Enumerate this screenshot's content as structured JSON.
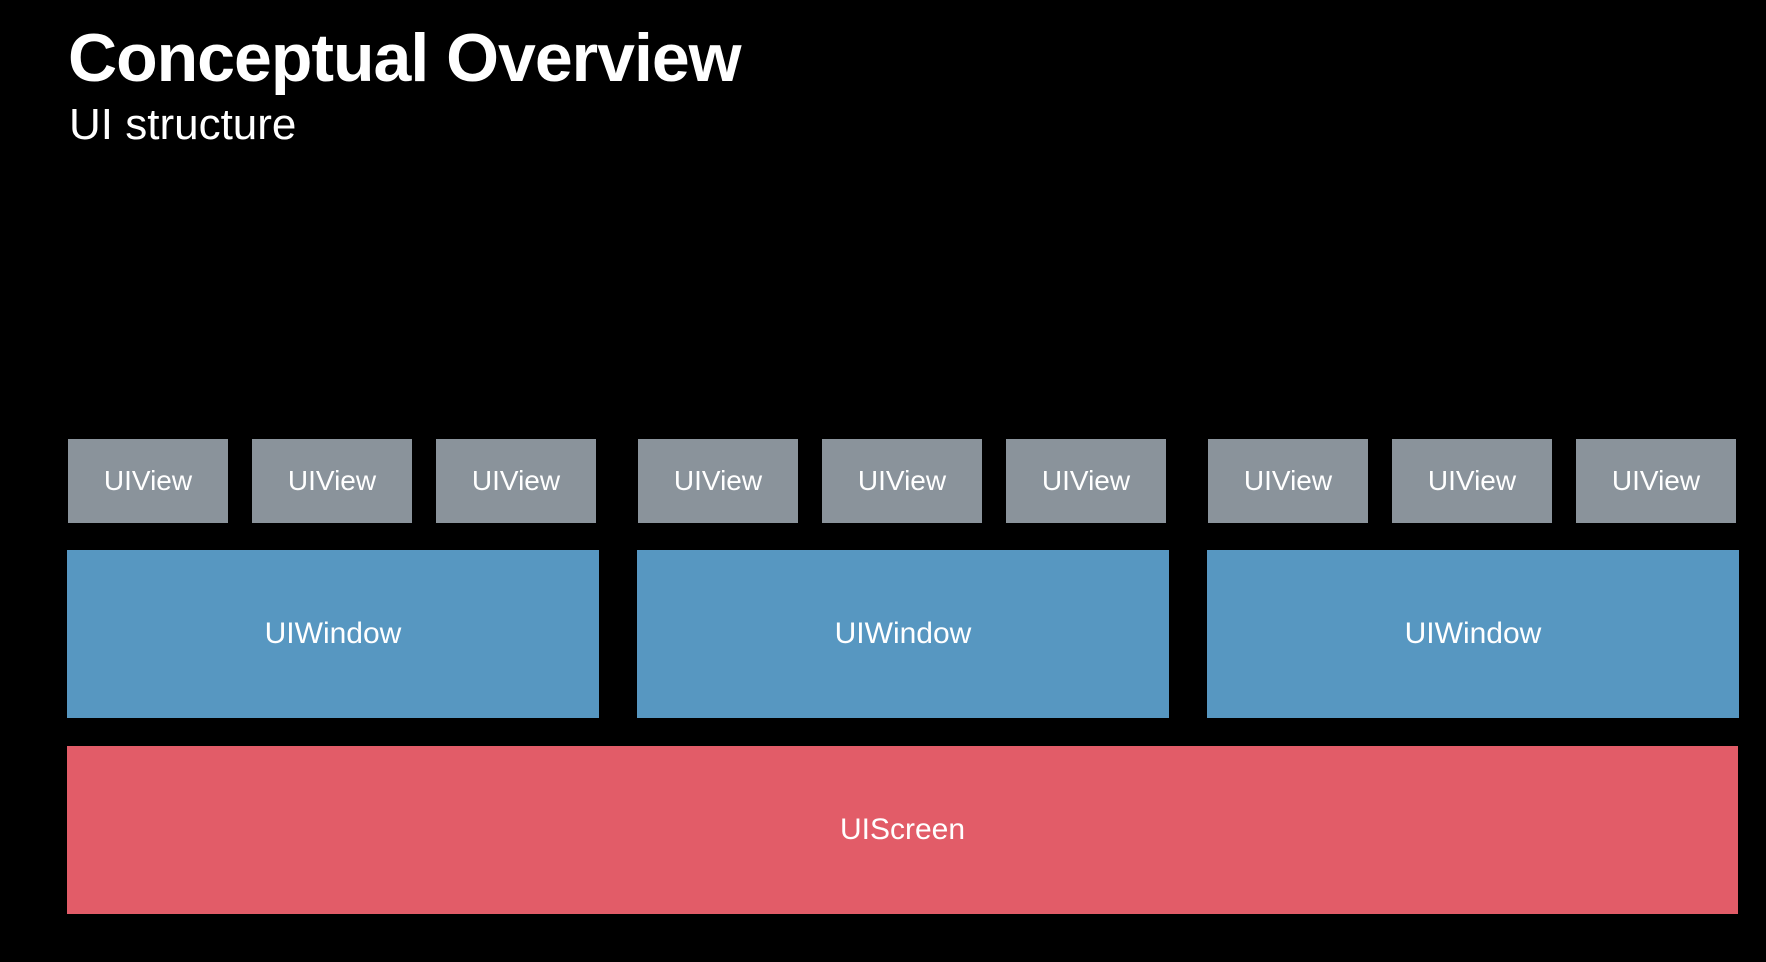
{
  "header": {
    "title": "Conceptual Overview",
    "subtitle": "UI structure"
  },
  "colors": {
    "background": "#000000",
    "view": "#8a939b",
    "window": "#5797c1",
    "screen": "#e25c68",
    "text": "#ffffff"
  },
  "diagram": {
    "screen": {
      "label": "UIScreen"
    },
    "windows": [
      {
        "label": "UIWindow",
        "views": [
          "UIView",
          "UIView",
          "UIView"
        ]
      },
      {
        "label": "UIWindow",
        "views": [
          "UIView",
          "UIView",
          "UIView"
        ]
      },
      {
        "label": "UIWindow",
        "views": [
          "UIView",
          "UIView",
          "UIView"
        ]
      }
    ]
  }
}
